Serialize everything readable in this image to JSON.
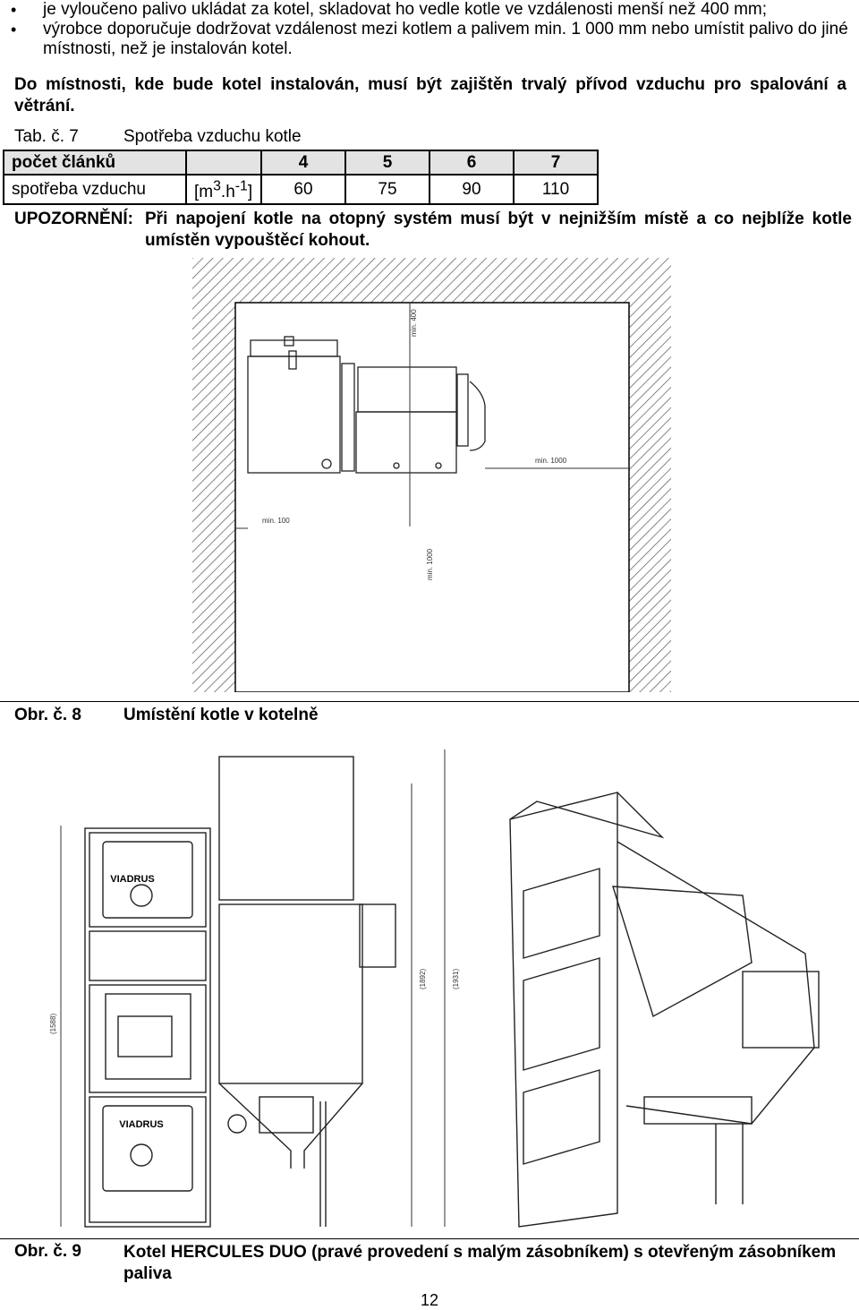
{
  "bullets": [
    "je vyloučeno palivo ukládat za kotel, skladovat ho vedle kotle ve vzdálenosti menší než 400 mm;",
    "výrobce doporučuje dodržovat vzdálenost mezi kotlem a palivem min. 1 000 mm nebo umístit palivo do jiné místnosti, než je instalován kotel."
  ],
  "paragraph": "Do místnosti, kde bude kotel instalován, musí být zajištěn trvalý přívod vzduchu pro spalování a větrání.",
  "table": {
    "number": "Tab. č. 7",
    "title": "Spotřeba vzduchu kotle",
    "header_label": "počet článků",
    "header_values": [
      "4",
      "5",
      "6",
      "7"
    ],
    "row_label": "spotřeba vzduchu",
    "row_unit": "[m3.h-1]",
    "row_values": [
      "60",
      "75",
      "90",
      "110"
    ]
  },
  "warning": {
    "label": "UPOZORNĚNÍ:",
    "text": "Při napojení kotle na otopný systém musí být v nejnižším místě a co nejblíže kotle umístěn vypouštěcí kohout."
  },
  "figure8": {
    "number": "Obr. č. 8",
    "title": "Umístění kotle v kotelně",
    "dims": {
      "d1": "min. 400",
      "d2": "min. 1000",
      "d3": "min. 100",
      "d4": "min. 1000"
    }
  },
  "figure9": {
    "number": "Obr. č. 9",
    "title": "Kotel HERCULES DUO (pravé provedení s malým zásobníkem) s otevřeným zásobníkem paliva",
    "dims": {
      "h1": "(1588)",
      "h2": "(1892)",
      "h3": "(1931)"
    },
    "brand": "VIADRUS"
  },
  "page_number": "12"
}
